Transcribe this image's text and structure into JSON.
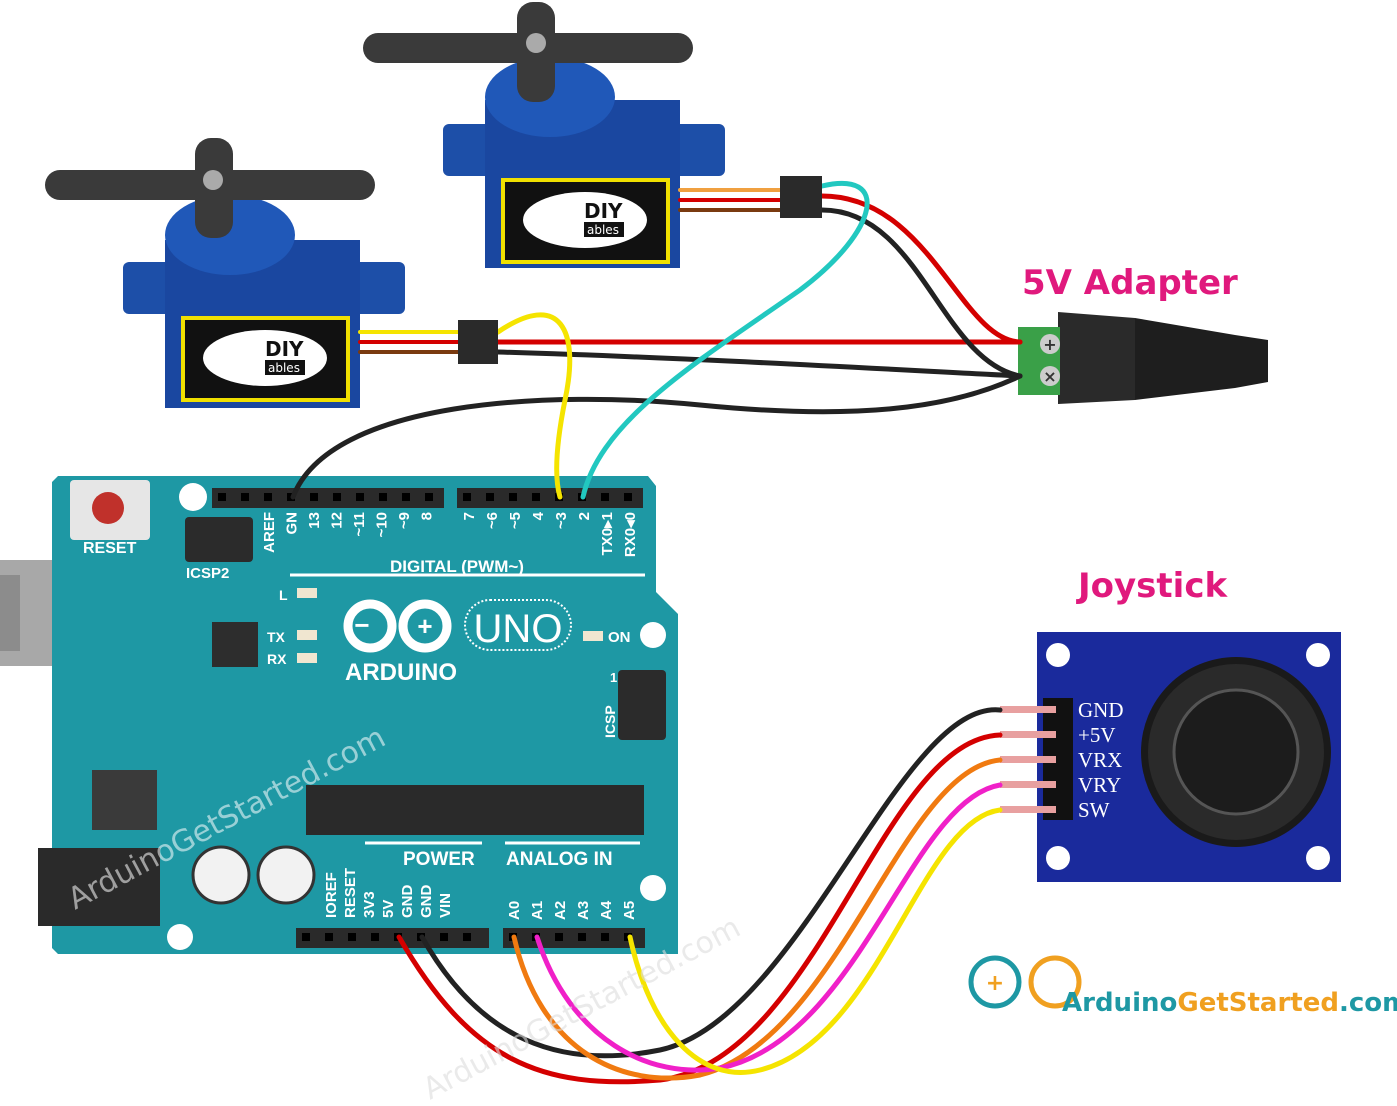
{
  "labels": {
    "adapter": "5V Adapter",
    "joystick": "Joystick"
  },
  "joystick_pins": [
    "GND",
    "+5V",
    "VRX",
    "VRY",
    "SW"
  ],
  "servo_brand": {
    "top": "DIY",
    "bottom": "ables"
  },
  "arduino": {
    "reset": "RESET",
    "icsp2": "ICSP2",
    "icsp": "ICSP",
    "icsp_pin1": "1",
    "digital_header_left": [
      "AREF",
      "GN",
      "13",
      "12",
      "~11",
      "~10",
      "~9",
      "8"
    ],
    "digital_header_right": [
      "7",
      "~6",
      "~5",
      "4",
      "~3",
      "2",
      "TX0▸1",
      "RX0◂0"
    ],
    "digital_label": "DIGITAL (PWM~)",
    "led_l": "L",
    "led_tx": "TX",
    "led_rx": "RX",
    "led_on": "ON",
    "brand": "ARDUINO",
    "model": "UNO",
    "power_label": "POWER",
    "analog_label": "ANALOG IN",
    "power_pins": [
      "IOREF",
      "RESET",
      "3V3",
      "5V",
      "GND",
      "GND",
      "VIN"
    ],
    "analog_pins": [
      "A0",
      "A1",
      "A2",
      "A3",
      "A4",
      "A5"
    ]
  },
  "watermark": "ArduinoGetStarted.com",
  "logo": {
    "part1": "Arduino",
    "part2": "GetStarted",
    "part3": ".com"
  },
  "colors": {
    "board": "#1e98a4",
    "title": "#e0197d",
    "servo": "#1d4fa8",
    "joystick_board": "#1a2a9c",
    "wire_red": "#d40000",
    "wire_black": "#222222",
    "wire_yellow": "#f5e400",
    "wire_cyan": "#22c8c0",
    "wire_orange": "#f07a10",
    "wire_magenta": "#f020c8"
  }
}
